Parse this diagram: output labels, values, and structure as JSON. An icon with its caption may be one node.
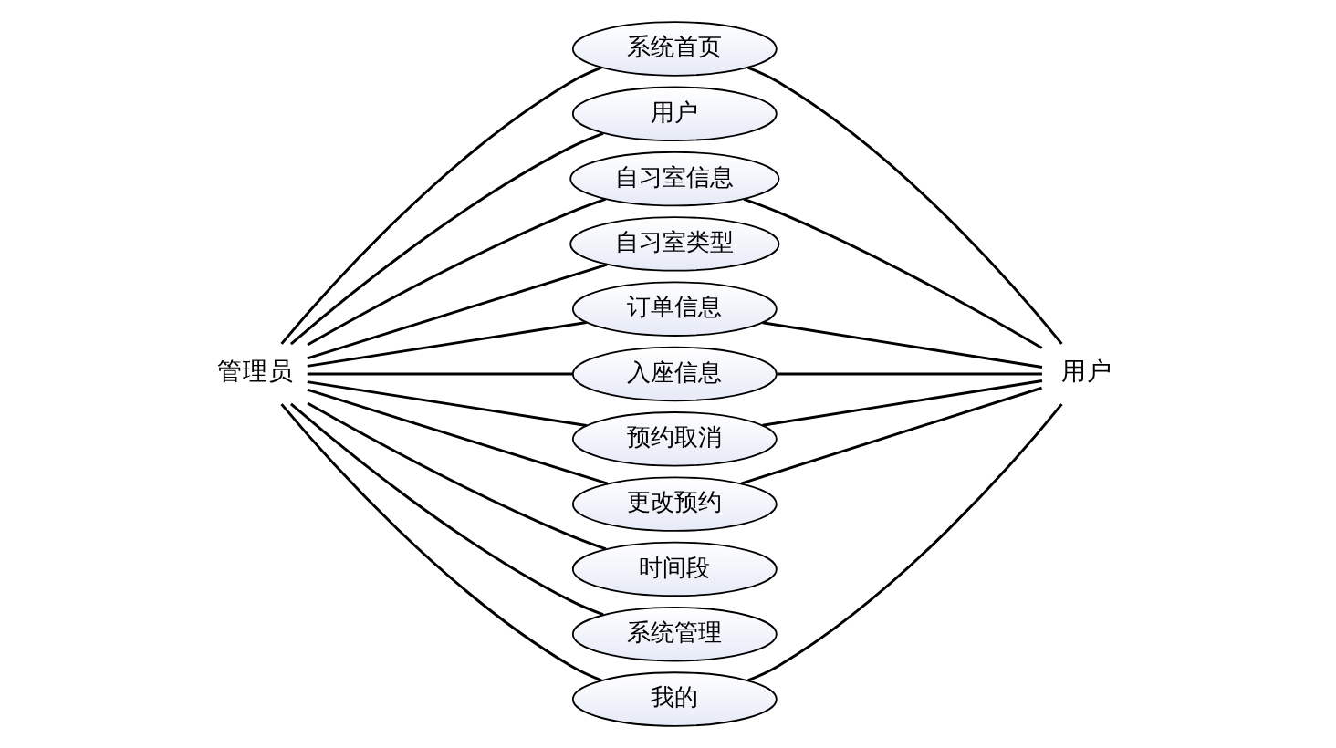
{
  "diagram": {
    "nodes": [
      {
        "text": [
          "管理员"
        ]
      },
      {
        "text": [
          "系统首页"
        ]
      },
      {
        "text": [
          "用户"
        ]
      },
      {
        "text": [
          "自习室信息"
        ]
      },
      {
        "text": [
          "自习室类型"
        ]
      },
      {
        "text": [
          "订单信息"
        ]
      },
      {
        "text": [
          "入座信息"
        ]
      },
      {
        "text": [
          "预约取消"
        ]
      },
      {
        "text": [
          "更改预约"
        ]
      },
      {
        "text": [
          "时间段"
        ]
      },
      {
        "text": [
          "系统管理"
        ]
      },
      {
        "text": [
          "我的"
        ]
      },
      {
        "text": [
          "用户"
        ]
      }
    ],
    "edges": [
      {
        "from": 0,
        "to": 1,
        "arrow": "none"
      },
      {
        "from": 0,
        "to": 2,
        "arrow": "none"
      },
      {
        "from": 0,
        "to": 3,
        "arrow": "none"
      },
      {
        "from": 0,
        "to": 4,
        "arrow": "none"
      },
      {
        "from": 0,
        "to": 5,
        "arrow": "none"
      },
      {
        "from": 0,
        "to": 6,
        "arrow": "none"
      },
      {
        "from": 0,
        "to": 7,
        "arrow": "none"
      },
      {
        "from": 0,
        "to": 8,
        "arrow": "none"
      },
      {
        "from": 0,
        "to": 9,
        "arrow": "none"
      },
      {
        "from": 0,
        "to": 10,
        "arrow": "none"
      },
      {
        "from": 0,
        "to": 11,
        "arrow": "none"
      },
      {
        "from": 1,
        "to": 12,
        "arrow": "none"
      },
      {
        "from": 3,
        "to": 12,
        "arrow": "none"
      },
      {
        "from": 5,
        "to": 12,
        "arrow": "none"
      },
      {
        "from": 6,
        "to": 12,
        "arrow": "none"
      },
      {
        "from": 7,
        "to": 12,
        "arrow": "none"
      },
      {
        "from": 8,
        "to": 12,
        "arrow": "none"
      },
      {
        "from": 11,
        "to": 12,
        "arrow": "none"
      }
    ]
  }
}
